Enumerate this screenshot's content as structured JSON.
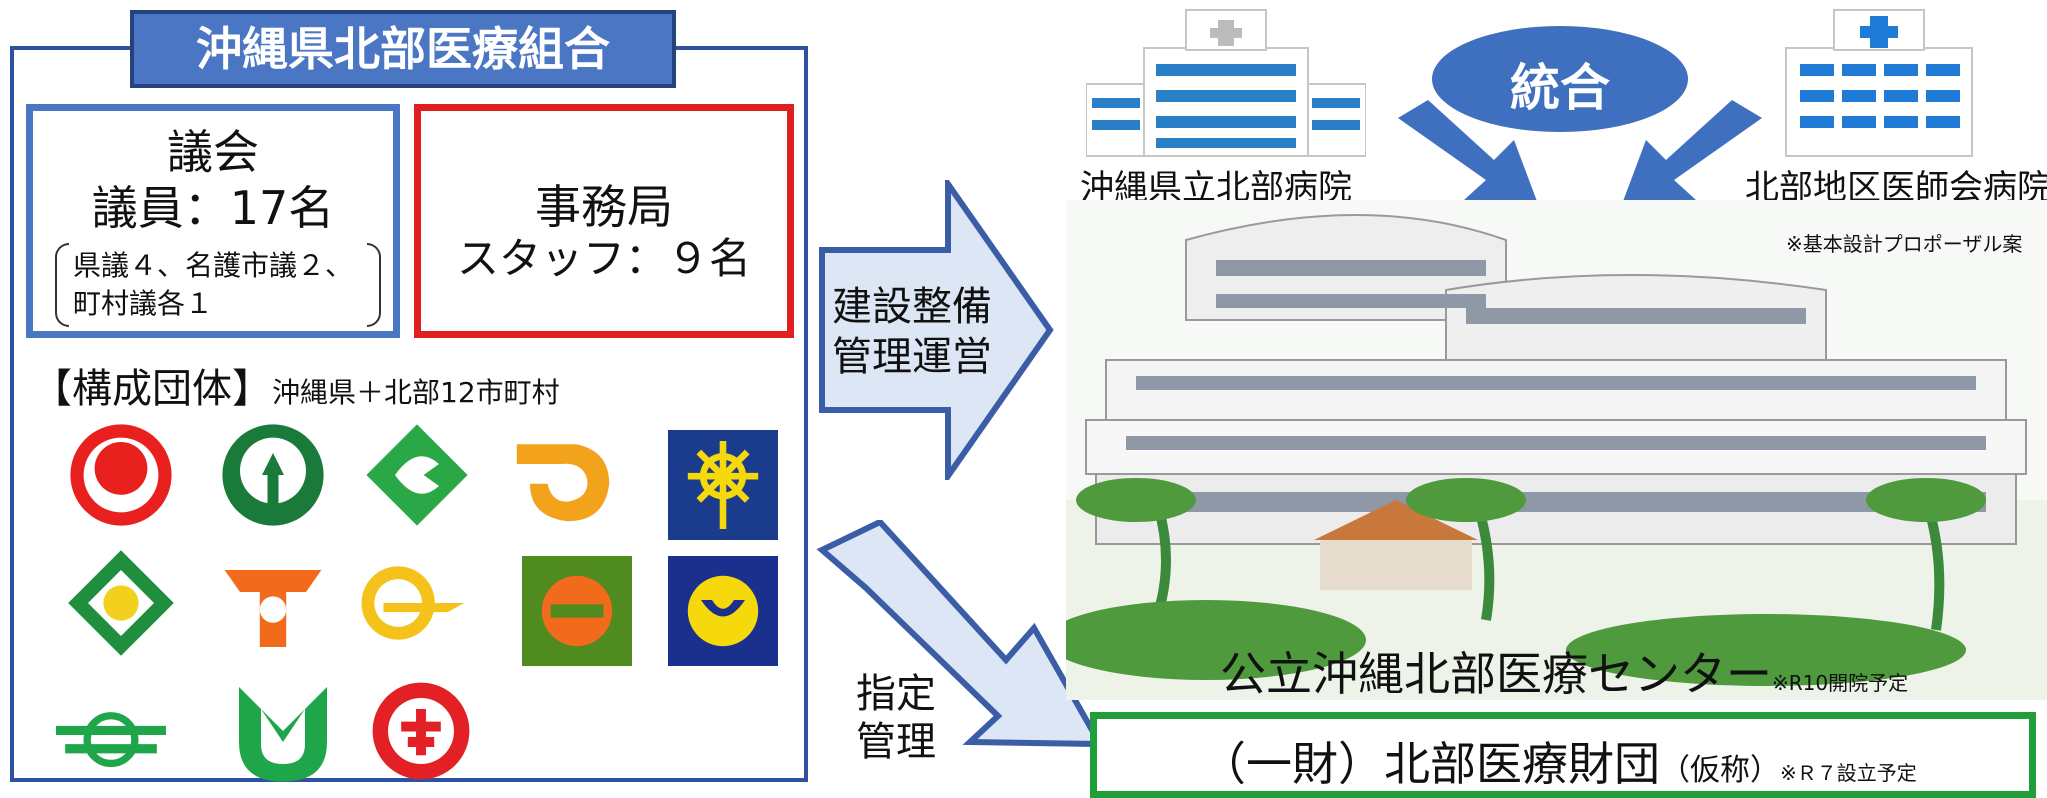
{
  "organization": {
    "title": "沖縄県北部医療組合",
    "council": {
      "title": "議会",
      "members": "議員：17名",
      "breakdown_line1": "県議４、名護市議２、",
      "breakdown_line2": "町村議各１"
    },
    "secretariat": {
      "title": "事務局",
      "staff": "スタッフ：９名"
    },
    "members_heading": "【構成団体】",
    "members_detail": "沖縄県＋北部12市町村",
    "emblems": [
      "okinawa-prefecture-emblem",
      "nago-emblem",
      "municipal-emblem-3",
      "municipal-emblem-4",
      "municipal-emblem-5",
      "municipal-emblem-6",
      "municipal-emblem-7",
      "municipal-emblem-8",
      "municipal-emblem-9",
      "municipal-emblem-10",
      "municipal-emblem-11",
      "municipal-emblem-12",
      "municipal-emblem-13"
    ]
  },
  "arrows": {
    "build_line1": "建設整備",
    "build_line2": "管理運営",
    "designate_line1": "指定",
    "designate_line2": "管理"
  },
  "hospitals": {
    "left_name": "沖縄県立北部病院",
    "right_name": "北部地区医師会病院",
    "merge_label": "統合"
  },
  "center": {
    "proposal_note": "※基本設計プロポーザル案",
    "name": "公立沖縄北部医療センター",
    "opening_note": "※R10開院予定"
  },
  "foundation": {
    "name": "（一財）北部医療財団",
    "tentative": "（仮称）",
    "note": "※Ｒ７設立予定"
  },
  "colors": {
    "title_blue": "#4a76c4",
    "panel_border": "#2f52a0",
    "secretariat_red": "#e02020",
    "arrow_fill": "#dce6f4",
    "arrow_border": "#3a5da6",
    "foundation_green": "#1f9e3a",
    "merge_blue": "#3f6fbf"
  }
}
